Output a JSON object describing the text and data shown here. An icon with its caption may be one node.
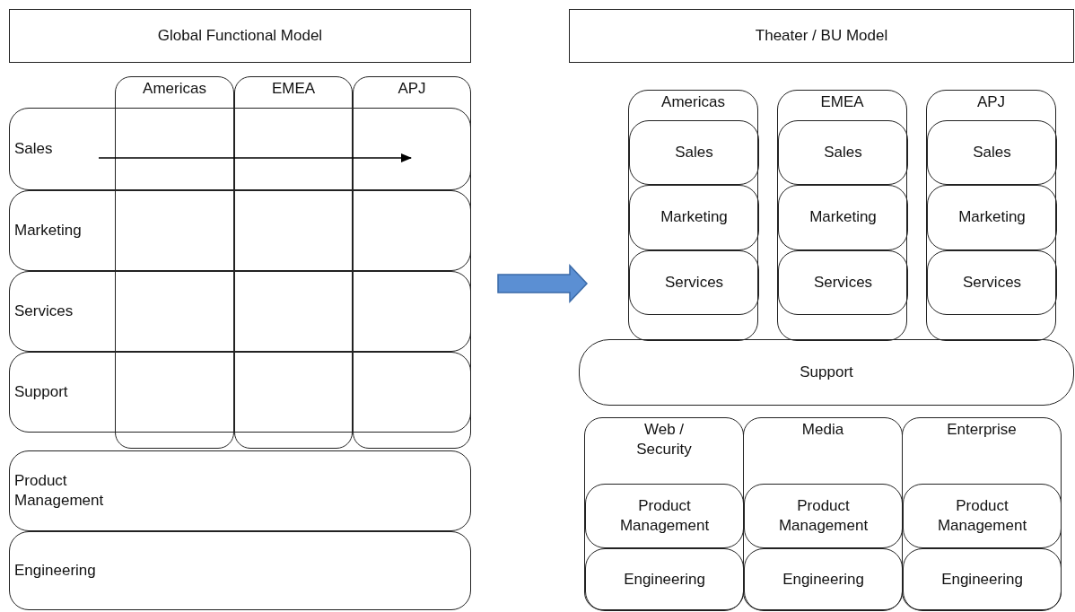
{
  "diagram": {
    "nodes": [
      {
        "text": [
          "Global Functional Model"
        ]
      },
      {
        "text": [
          "Americas"
        ]
      },
      {
        "text": [
          "EMEA"
        ]
      },
      {
        "text": [
          "APJ"
        ]
      },
      {
        "text": [
          "Sales"
        ]
      },
      {
        "text": [
          "Marketing"
        ]
      },
      {
        "text": [
          "Services"
        ]
      },
      {
        "text": [
          "Support"
        ]
      },
      {
        "text": [
          "Product Management"
        ]
      },
      {
        "text": [
          "Engineering"
        ]
      },
      {
        "text": [
          "Theater / BU Model"
        ]
      },
      {
        "text": [
          "Americas"
        ]
      },
      {
        "text": [
          "Sales"
        ],
        "in": 11
      },
      {
        "text": [
          "Marketing"
        ],
        "in": 11
      },
      {
        "text": [
          "Services"
        ],
        "in": 11
      },
      {
        "text": [
          "EMEA"
        ]
      },
      {
        "text": [
          "Sales"
        ],
        "in": 15
      },
      {
        "text": [
          "Marketing"
        ],
        "in": 15
      },
      {
        "text": [
          "Services"
        ],
        "in": 15
      },
      {
        "text": [
          "APJ"
        ]
      },
      {
        "text": [
          "Sales"
        ],
        "in": 19
      },
      {
        "text": [
          "Marketing"
        ],
        "in": 19
      },
      {
        "text": [
          "Services"
        ],
        "in": 19
      },
      {
        "text": [
          "Support"
        ]
      },
      {
        "text": [
          "Web / Security"
        ]
      },
      {
        "text": [
          "Product Management"
        ],
        "in": 24
      },
      {
        "text": [
          "Engineering"
        ],
        "in": 24
      },
      {
        "text": [
          "Media"
        ]
      },
      {
        "text": [
          "Product Management"
        ],
        "in": 27
      },
      {
        "text": [
          "Engineering"
        ],
        "in": 27
      },
      {
        "text": [
          "Enterprise"
        ]
      },
      {
        "text": [
          "Product Management"
        ],
        "in": 30
      },
      {
        "text": [
          "Engineering"
        ],
        "in": 30
      }
    ]
  }
}
